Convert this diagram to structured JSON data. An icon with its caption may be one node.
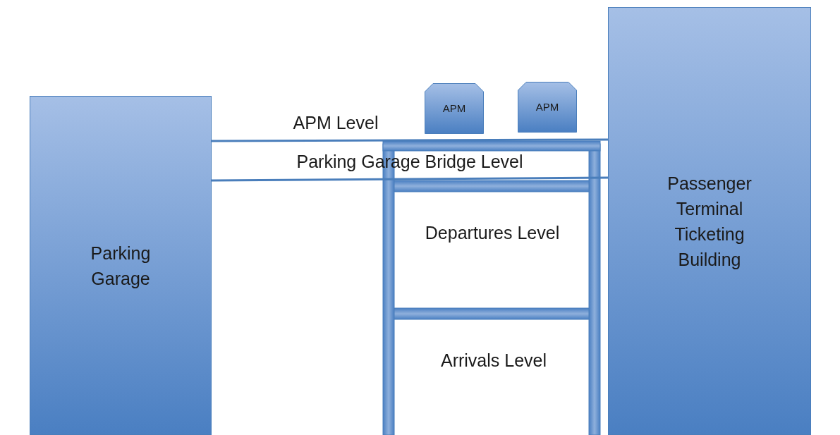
{
  "diagram": {
    "nodes": [
      {
        "text": [
          "Parking Garage"
        ]
      },
      {
        "text": [
          "APM"
        ]
      },
      {
        "text": [
          "APM"
        ]
      },
      {
        "text": [
          "Passenger Terminal Ticketing Building"
        ]
      }
    ],
    "edges": [
      {
        "from": 0,
        "to": 3,
        "arrow": "none"
      },
      {
        "from": 0,
        "to": 3,
        "arrow": "none"
      }
    ],
    "labels": [
      "APM Level",
      "Parking Garage Bridge Level",
      "Departures Level",
      "Arrivals Level"
    ]
  }
}
